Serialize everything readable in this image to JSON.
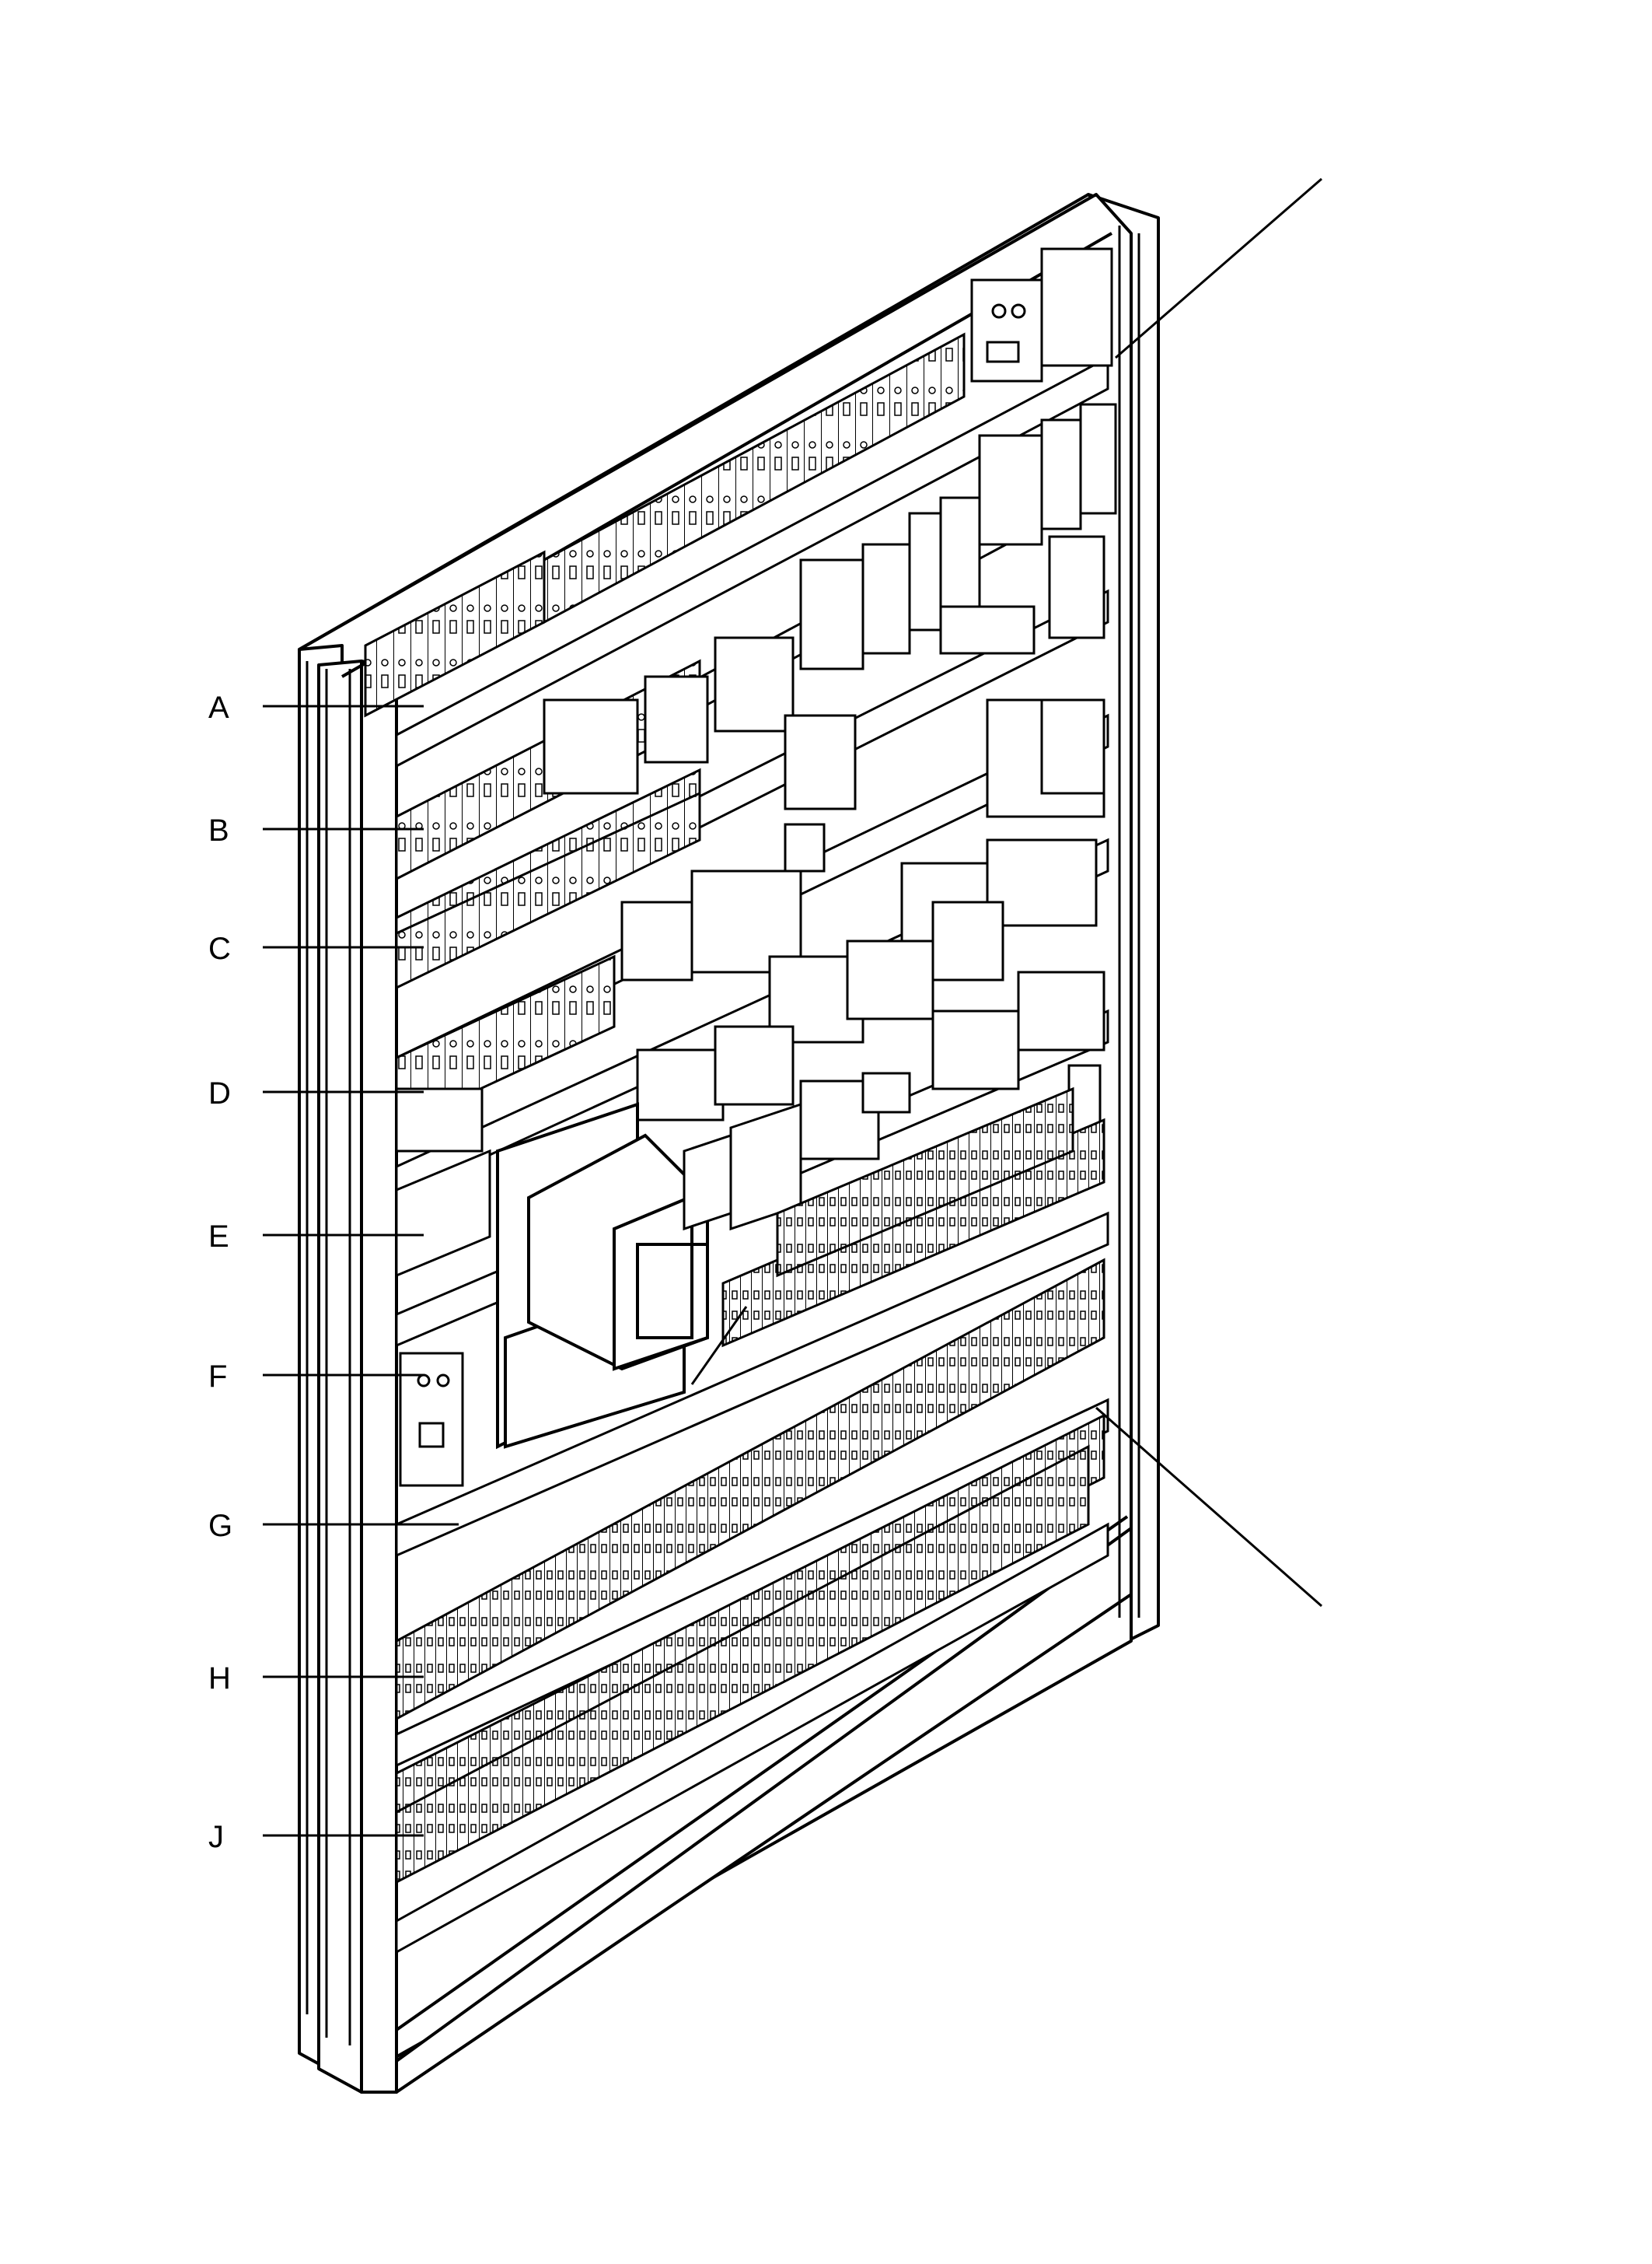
{
  "figure": {
    "callouts": [
      {
        "id": "A",
        "label": "A"
      },
      {
        "id": "B",
        "label": "B"
      },
      {
        "id": "C",
        "label": "C"
      },
      {
        "id": "D",
        "label": "D"
      },
      {
        "id": "E",
        "label": "E"
      },
      {
        "id": "F",
        "label": "F"
      },
      {
        "id": "G",
        "label": "G"
      },
      {
        "id": "H",
        "label": "H"
      },
      {
        "id": "J",
        "label": "J"
      }
    ]
  }
}
